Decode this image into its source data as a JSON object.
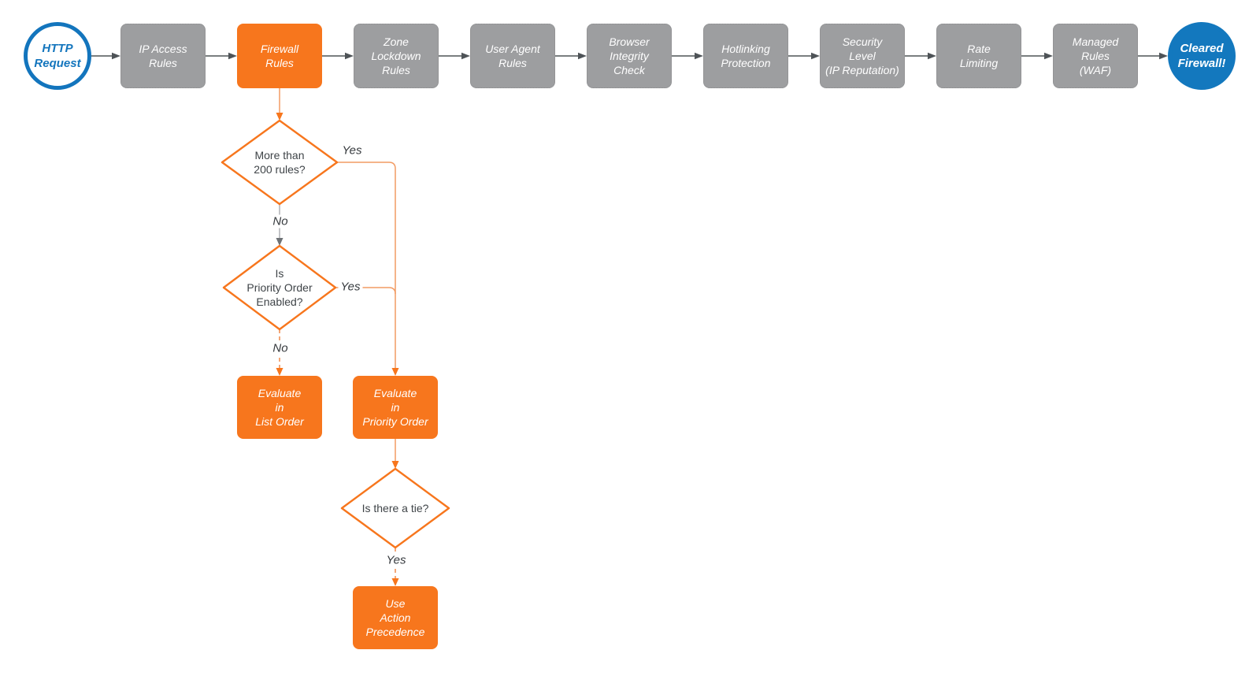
{
  "title": "Firewall request evaluation flowchart",
  "colors": {
    "orange": "#F7761D",
    "orange_connector": "#F29B63",
    "gray_box": "#9D9EA0",
    "arrow_gray": "#4E5357",
    "blue": "#1375BD",
    "diamond_text": "#3F4448",
    "label_text": "#35393D"
  },
  "pipeline": [
    {
      "label": "HTTP\nRequest",
      "type": "start-circle"
    },
    {
      "label": "IP Access\nRules",
      "type": "step"
    },
    {
      "label": "Firewall\nRules",
      "type": "step-highlighted"
    },
    {
      "label": "Zone\nLockdown\nRules",
      "type": "step"
    },
    {
      "label": "User Agent\nRules",
      "type": "step"
    },
    {
      "label": "Browser\nIntegrity\nCheck",
      "type": "step"
    },
    {
      "label": "Hotlinking\nProtection",
      "type": "step"
    },
    {
      "label": "Security\nLevel\n(IP Reputation)",
      "type": "step"
    },
    {
      "label": "Rate\nLimiting",
      "type": "step"
    },
    {
      "label": "Managed\nRules\n(WAF)",
      "type": "step"
    },
    {
      "label": "Cleared\nFirewall!",
      "type": "end-circle"
    }
  ],
  "decisions": {
    "more_than_200": {
      "label": "More than\n200 rules?"
    },
    "priority_enabled": {
      "label": "Is\nPriority Order\nEnabled?"
    },
    "tie": {
      "label": "Is there a tie?"
    }
  },
  "actions": {
    "list_order": {
      "label": "Evaluate\nin\nList Order"
    },
    "priority_order": {
      "label": "Evaluate\nin\nPriority Order"
    },
    "action_precedence": {
      "label": "Use\nAction\nPrecedence"
    }
  },
  "edges": {
    "d1_yes_label": "Yes",
    "d1_no_label": "No",
    "d2_yes_label": "Yes",
    "d2_no_label": "No",
    "d3_yes_label": "Yes"
  }
}
